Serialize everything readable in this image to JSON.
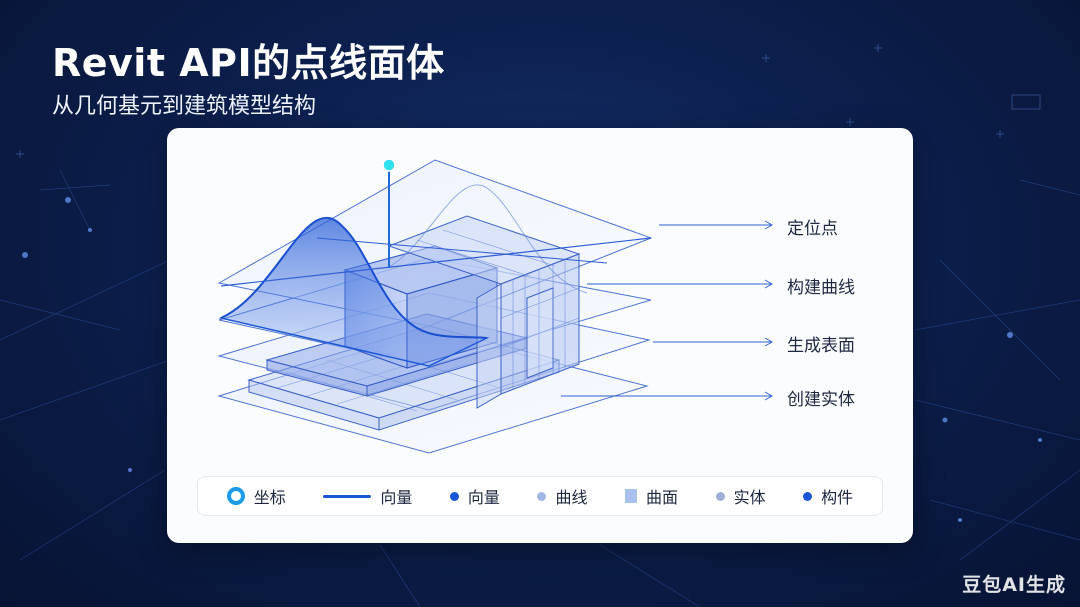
{
  "header": {
    "title": "Revit API的点线面体",
    "subtitle": "从几何基元到建筑模型结构"
  },
  "callouts": [
    {
      "label": "定位点"
    },
    {
      "label": "构建曲线"
    },
    {
      "label": "生成表面"
    },
    {
      "label": "创建实体"
    }
  ],
  "legend": {
    "items": [
      {
        "label": "坐标",
        "swatch": "ring-icon",
        "color": "#1b9be8"
      },
      {
        "label": "向量",
        "swatch": "line-icon",
        "color": "#1a57d6"
      },
      {
        "label": "向量",
        "swatch": "dot-icon",
        "color": "#1a57d6"
      },
      {
        "label": "曲线",
        "swatch": "dot-icon",
        "color": "#a3b6e6"
      },
      {
        "label": "曲面",
        "swatch": "square-icon",
        "color": "#a8c1ef"
      },
      {
        "label": "实体",
        "swatch": "dot-icon",
        "color": "#9fb0d8"
      },
      {
        "label": "构件",
        "swatch": "dot-icon",
        "color": "#1a57d6"
      }
    ]
  },
  "watermark": "豆包AI生成",
  "colors": {
    "accent_blue": "#1a57d6",
    "cyan": "#22d3ee",
    "background": "#0c1f4d"
  }
}
